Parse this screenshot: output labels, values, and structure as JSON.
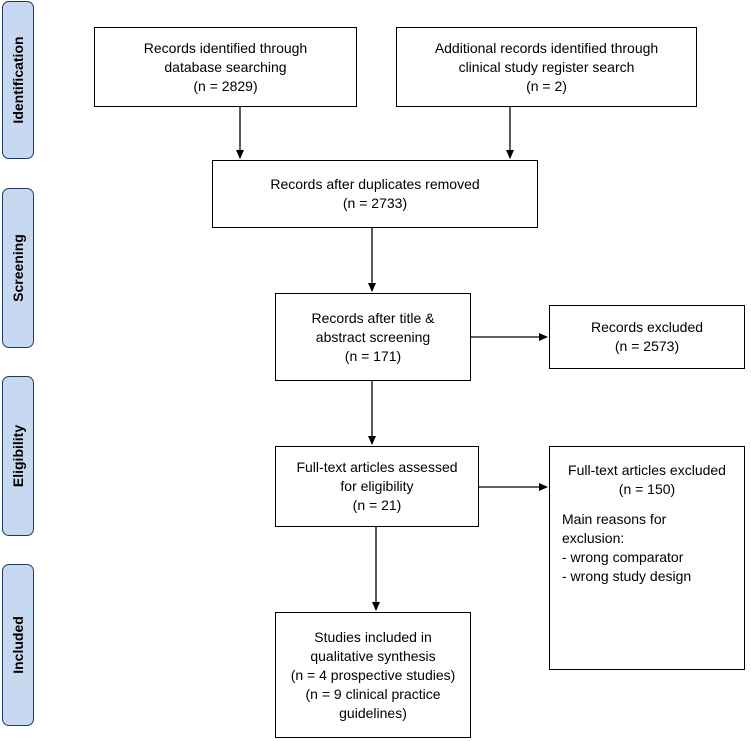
{
  "phases": {
    "identification": "Identification",
    "screening": "Screening",
    "eligibility": "Eligibility",
    "included": "Included"
  },
  "boxes": {
    "database": [
      "Records identified through",
      "database searching",
      "(n = 2829)"
    ],
    "register": [
      "Additional records identified through",
      "clinical study register search",
      "(n = 2)"
    ],
    "duplicates": [
      "Records after duplicates removed",
      "(n =  2733)"
    ],
    "screened": [
      "Records after title &",
      "abstract screening",
      "(n =  171)"
    ],
    "excluded": [
      "Records excluded",
      "(n = 2573)"
    ],
    "fulltext": [
      "Full-text articles assessed",
      "for eligibility",
      "(n = 21)"
    ],
    "fulltext_excluded": {
      "lines": [
        "Full-text articles excluded",
        "(n = 150)"
      ],
      "reasons": [
        "Main reasons for",
        "exclusion:",
        "- wrong comparator",
        "- wrong study design"
      ]
    },
    "included": [
      "Studies included in",
      "qualitative synthesis",
      "(n = 4 prospective studies)",
      "(n = 9 clinical practice",
      "guidelines)"
    ]
  }
}
